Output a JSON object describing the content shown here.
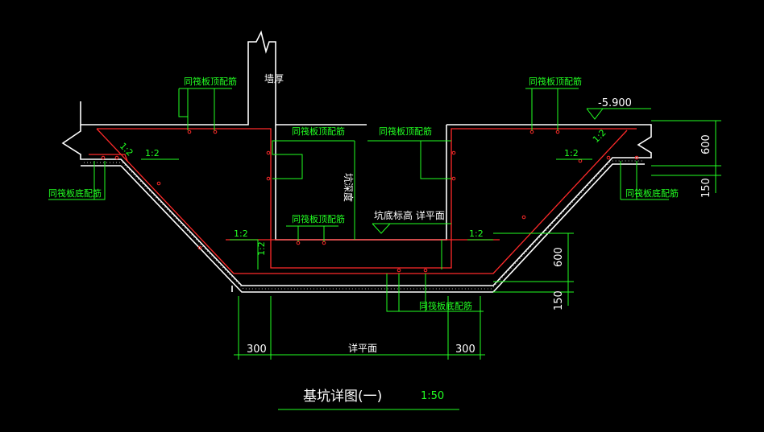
{
  "drawing": {
    "title": "基坑详图(一)",
    "scale": "1:50",
    "elevation": "-5.900",
    "labels": {
      "wall_thickness": "墙厚",
      "pit_depth": "坑深度",
      "pit_bottom_elev": "坑底标高 详平面",
      "same_slab_top_left": "同筏板顶配筋",
      "same_slab_top_right": "同筏板顶配筋",
      "same_slab_top_mid_left": "同筏板顶配筋",
      "same_slab_top_mid_right": "同筏板顶配筋",
      "same_slab_top_bottom": "同筏板顶配筋",
      "same_slab_bot_left": "同筏板底配筋",
      "same_slab_bot_right": "同筏板底配筋",
      "same_slab_bot_bottom": "同筏板底配筋",
      "see_plan": "详平面"
    },
    "slopes": {
      "a": "1:2",
      "b": "1:2",
      "c": "1:2",
      "d": "1:2",
      "e": "1:2",
      "f": "1:2",
      "g": "1:2"
    },
    "dimensions": {
      "left_width": "300",
      "right_width": "300",
      "right_top_600": "600",
      "right_top_150": "150",
      "right_low_600": "600",
      "right_low_150": "150"
    },
    "colors": {
      "background": "#000000",
      "line": "#ffffff",
      "rebar": "#ff2a2a",
      "annotation": "#22ff22"
    }
  }
}
